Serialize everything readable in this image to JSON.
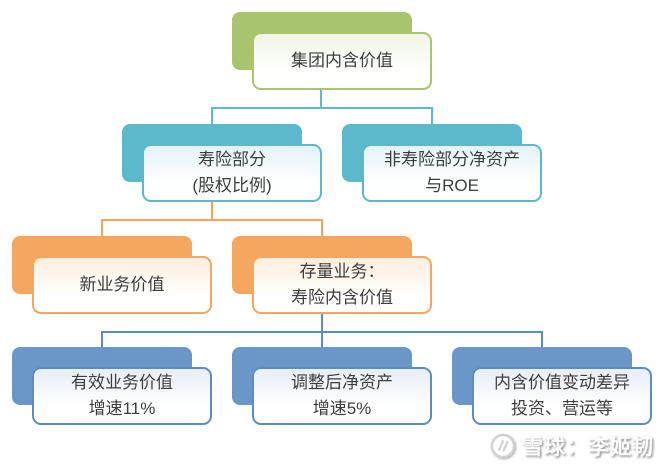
{
  "colors": {
    "green": "#a9c46f",
    "teal": "#5cb9cc",
    "orange": "#f5a75f",
    "orangeline": "#f0a45e",
    "blue": "#6a97c8",
    "blueline": "#5f8cbf",
    "text": "#3d3d3d"
  },
  "nodes": {
    "group": {
      "line1": "集团内含价值"
    },
    "life": {
      "line1": "寿险部分",
      "line2": "(股权比例)"
    },
    "nonlife": {
      "line1": "非寿险部分净资产",
      "line2": "与ROE"
    },
    "nbv": {
      "line1": "新业务价值"
    },
    "inforce": {
      "line1": "存量业务：",
      "line2": "寿险内含价值"
    },
    "vif": {
      "line1": "有效业务价值",
      "line2": "增速11%"
    },
    "adjnav": {
      "line1": "调整后净资产",
      "line2": "增速5%"
    },
    "variance": {
      "line1": "内含价值变动差异",
      "line2": "投资、营运等"
    }
  },
  "watermark": {
    "brand": "雪球：李姬韧"
  }
}
